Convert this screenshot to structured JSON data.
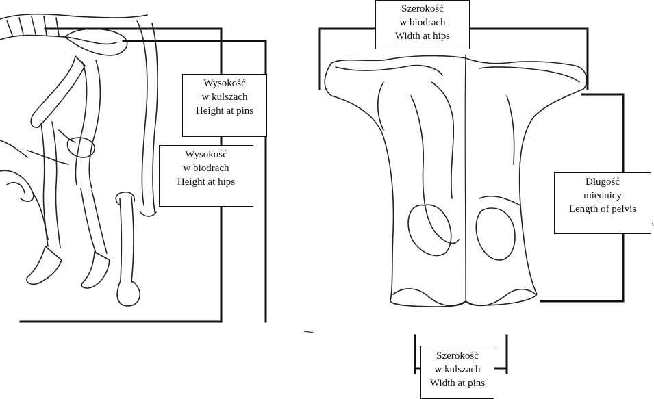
{
  "labels": {
    "height_at_pins": {
      "pl_title": "Wysokość",
      "pl_sub": "w kulszach",
      "en": "Height at pins"
    },
    "height_at_hips": {
      "pl_title": "Wysokość",
      "pl_sub": "w biodrach",
      "en": "Height at hips"
    },
    "width_at_hips": {
      "pl_title": "Szerokość",
      "pl_sub": "w biodrach",
      "en": "Width at hips"
    },
    "length_of_pelvis": {
      "pl_title": "Długość",
      "pl_sub": "miednicy",
      "en": "Length of pelvis"
    },
    "width_at_pins": {
      "pl_title": "Szerokość",
      "pl_sub": "w kulszach",
      "en": "Width at pins"
    }
  },
  "colors": {
    "line": "#111111",
    "background": "#ffffff"
  }
}
